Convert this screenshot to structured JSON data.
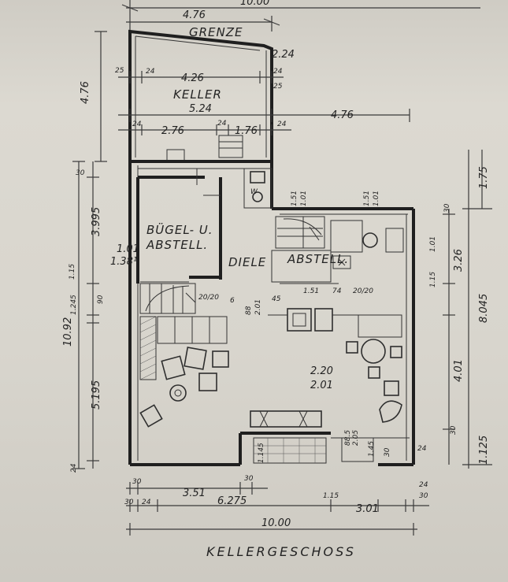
{
  "sheet": {
    "title": "KELLERGESCHOSS"
  },
  "rooms": {
    "grenze": "GRENZE",
    "keller": "KELLER",
    "buegel_line1": "BÜGEL- U.",
    "buegel_line2": "ABSTELL.",
    "diele": "DIELE",
    "abstell": "ABSTELL."
  },
  "dims": {
    "top_10": "10.00",
    "top_476": "4.76",
    "r224": "2.24",
    "d25a": "25",
    "d24a": "24",
    "d426": "4.26",
    "d24b": "24",
    "d25b": "25",
    "v476": "4.76",
    "d524": "5.24",
    "r476": "4.76",
    "d24c": "24",
    "d276": "2.76",
    "d24d": "24",
    "d176": "1.76",
    "d24e": "24",
    "v30": "30",
    "v3995": "3.995",
    "v10_92": "10.92",
    "v115": "1.15",
    "v1245": "1.245",
    "v90": "90",
    "v5195": "5.195",
    "v24": "24",
    "r175": "1.75",
    "r30": "30",
    "r101": "1.01",
    "r326": "3.26",
    "r115": "1.15",
    "r8045": "8.045",
    "r401": "4.01",
    "r30b": "30",
    "r1125": "1.125",
    "w151": "1.51",
    "w101": "1.01",
    "w151b": "1.51",
    "w101b": "1.01",
    "f101": "1.01",
    "f138": "1.38¹",
    "st151": "1.51",
    "st74": "74",
    "st45": "45",
    "s20": "20/20",
    "s20b": "20/20",
    "ln88": "88",
    "ln201": "2.01",
    "ln6": "6",
    "t220": "2.20",
    "t201": "2.01",
    "t145": "1.145",
    "t885": "88.5",
    "t205": "2.05",
    "t145b": "1.45",
    "t30": "30",
    "b30": "30",
    "b351": "3.51",
    "b30b": "30",
    "b24": "24",
    "b6275": "6.275",
    "b115": "1.15",
    "b301": "3.01",
    "b24b": "24",
    "b30c": "30",
    "b30d": "30",
    "b24c": "24",
    "b1000": "10.00"
  }
}
